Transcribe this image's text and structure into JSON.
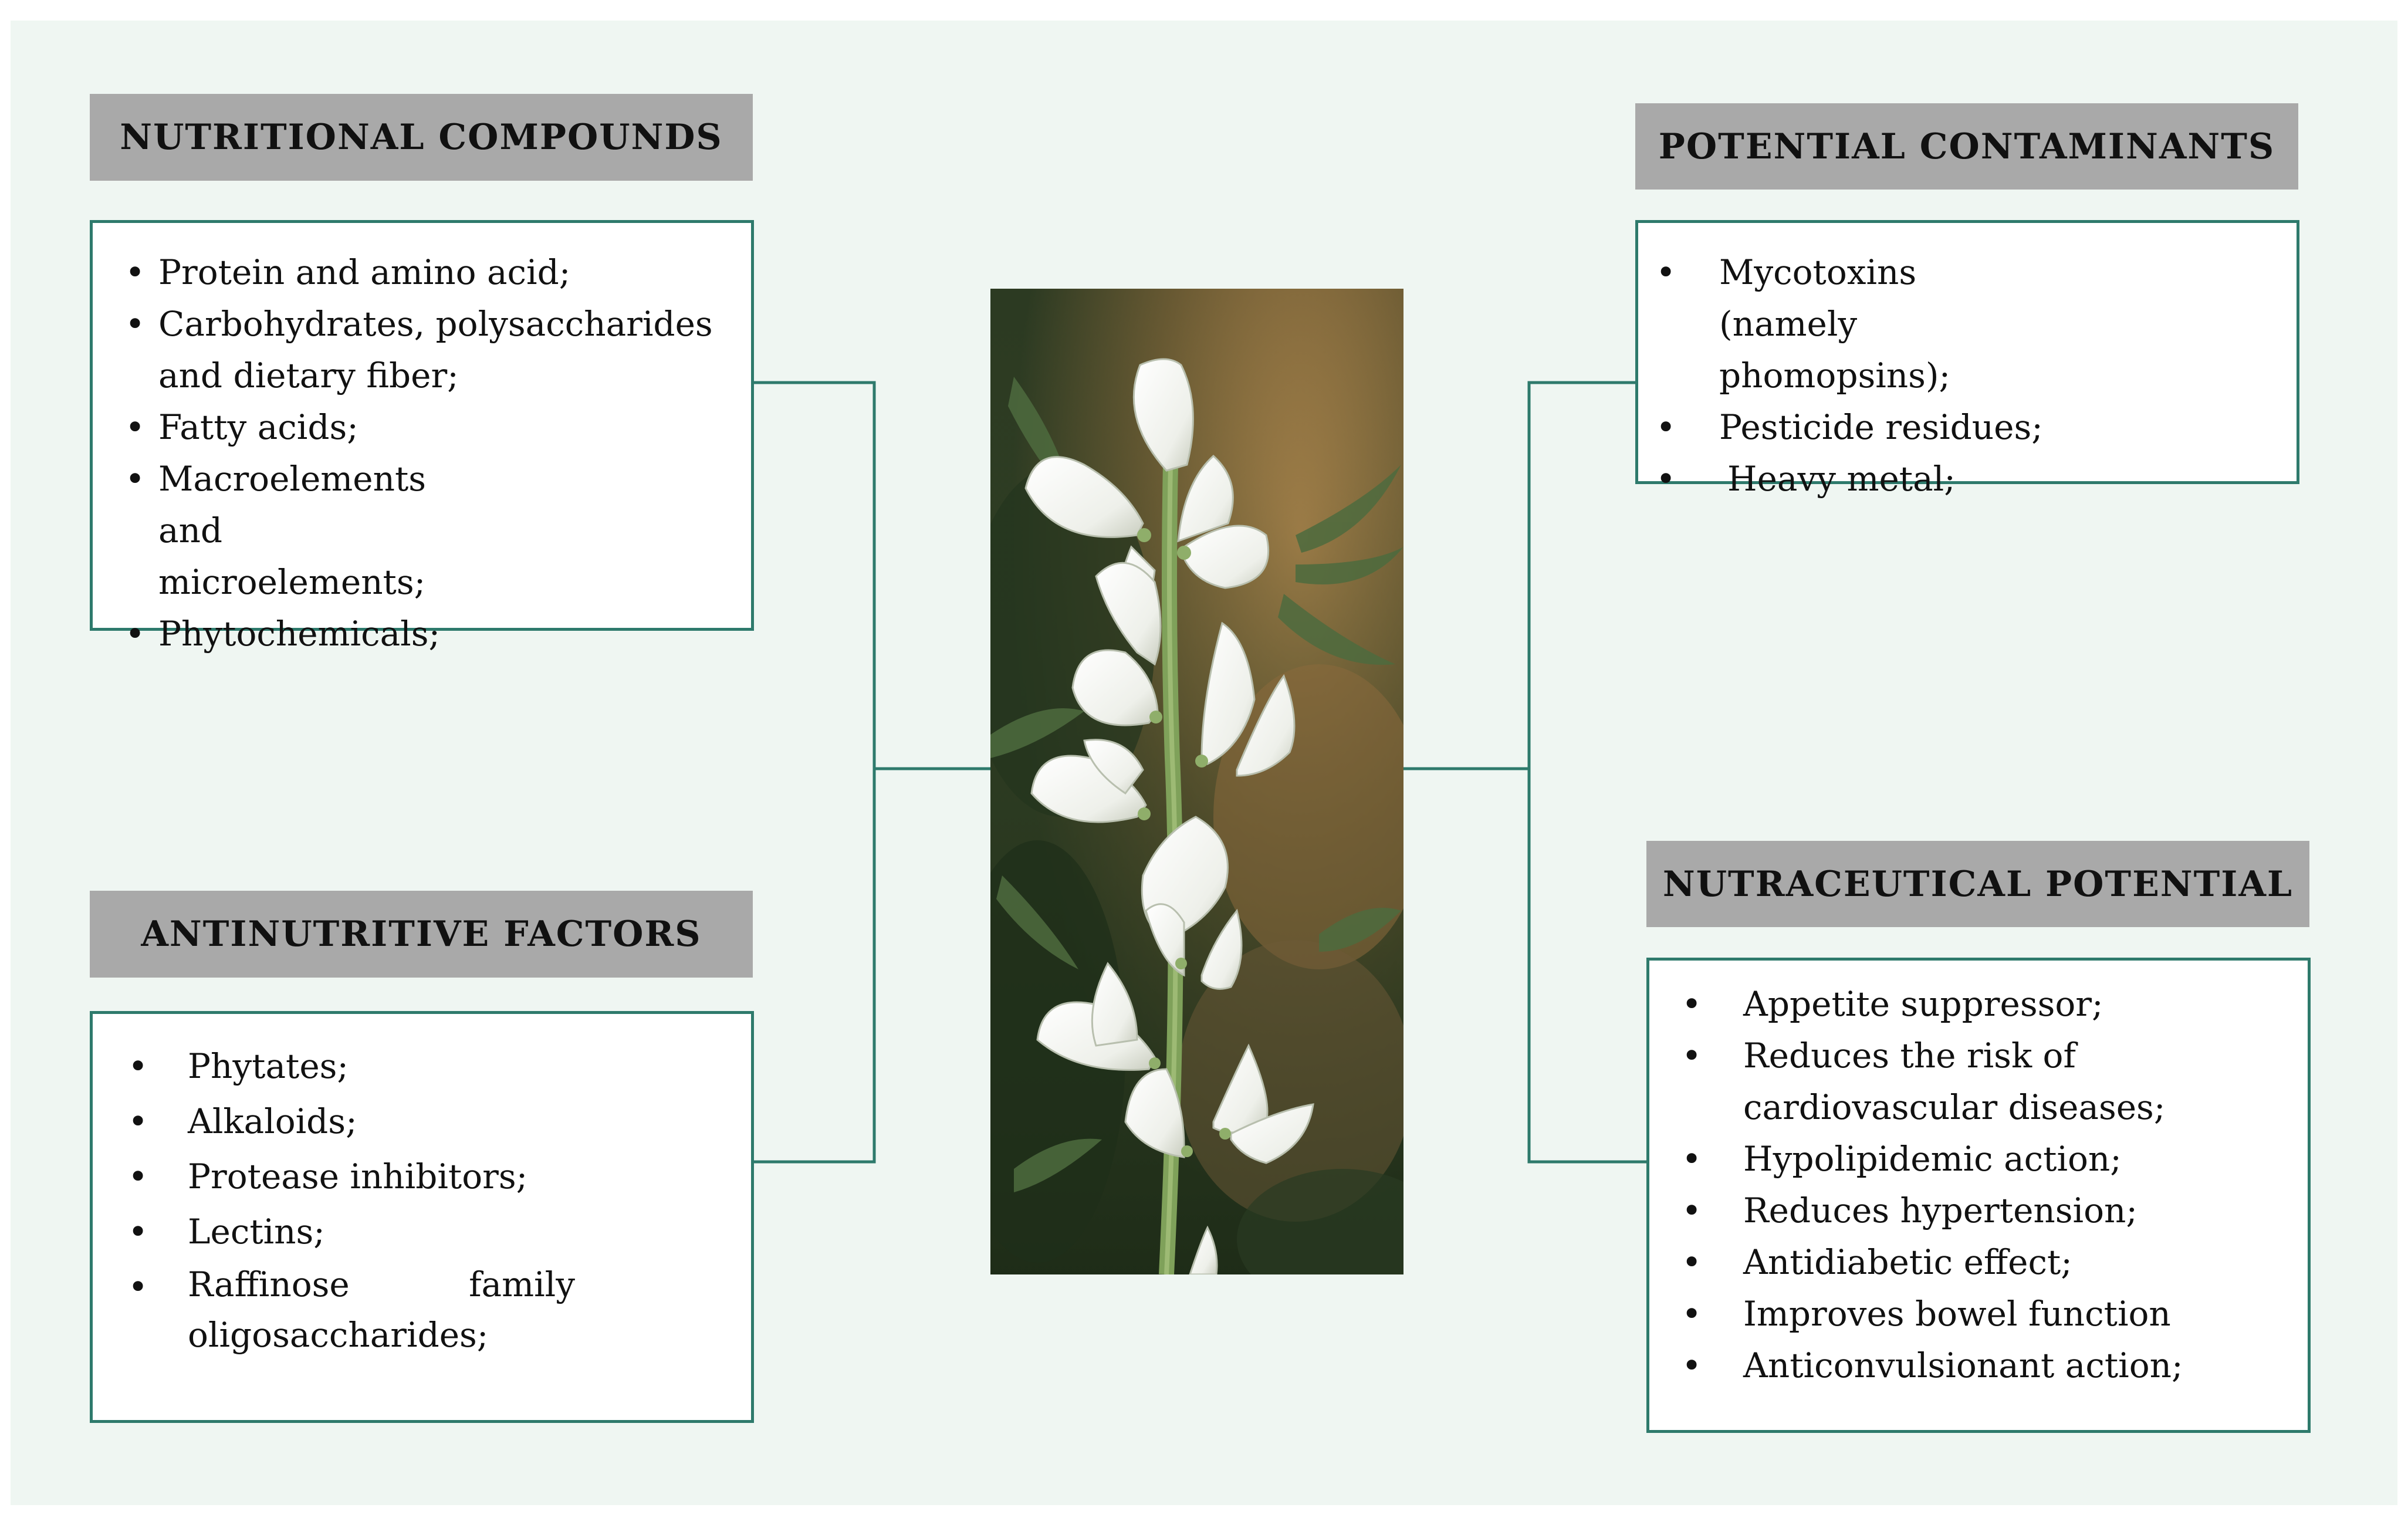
{
  "nutritional": {
    "title": "NUTRITIONAL COMPOUNDS",
    "items": [
      "Protein and amino acid;",
      "Carbohydrates, polysaccharides and dietary fiber;",
      "Fatty acids;",
      "Macroelements and microelements;",
      "Phytochemicals;"
    ]
  },
  "antinutritive": {
    "title": "ANTINUTRITIVE FACTORS",
    "items": [
      "Phytates;",
      "Alkaloids;",
      "Protease inhibitors;",
      "Lectins;",
      "Raffinose family oligosaccharides;"
    ]
  },
  "contaminants": {
    "title": "POTENTIAL CONTAMINANTS",
    "items": [
      "Mycotoxins (namely phomopsins);",
      "Pesticide residues;",
      "Heavy metal;"
    ]
  },
  "nutraceutical": {
    "title": "NUTRACEUTICAL POTENTIAL",
    "items": [
      "Appetite suppressor;",
      "Reduces the risk of cardiovascular diseases;",
      "Hypolipidemic action;",
      "Reduces hypertension;",
      "Antidiabetic effect;",
      "Improves bowel function",
      "Anticonvulsionant action;"
    ]
  },
  "colors": {
    "panel_bg": "#eff6f2",
    "header_bg": "#a9a9a9",
    "border": "#2e7a6c"
  },
  "icons": {
    "bullet": "bullet-dot-icon",
    "center_image": "white-lupin-flower-photo"
  }
}
